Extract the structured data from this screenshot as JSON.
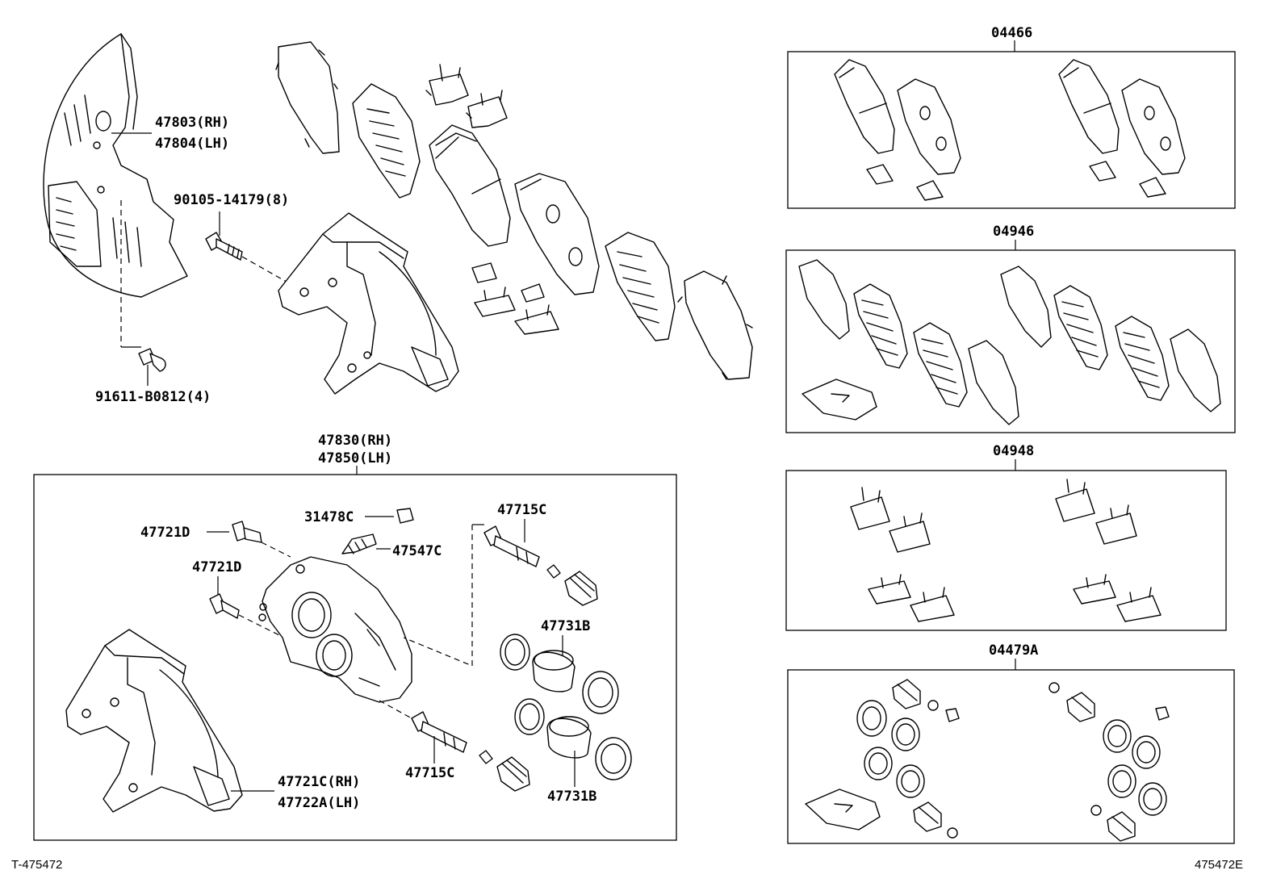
{
  "labels": {
    "dust_cover": [
      "47803(RH)",
      "47804(LH)"
    ],
    "bolt_upper": "90105-14179(8)",
    "bolt_lower": "91611-B0812(4)",
    "caliper_assy": [
      "47830(RH)",
      "47850(LH)"
    ],
    "bolt_47721d_a": "47721D",
    "bolt_47721d_b": "47721D",
    "cap_31478c": "31478C",
    "bleeder_47547c": "47547C",
    "pin_47715c_top": "47715C",
    "pin_47715c_bottom": "47715C",
    "piston_47731b_top": "47731B",
    "piston_47731b_bottom": "47731B",
    "mounting": [
      "47721C(RH)",
      "47722A(LH)"
    ],
    "kit_04466": "04466",
    "kit_04946": "04946",
    "kit_04948": "04948",
    "kit_04479a": "04479A"
  },
  "footer": {
    "left_code": "T-475472",
    "right_code": "475472E"
  }
}
